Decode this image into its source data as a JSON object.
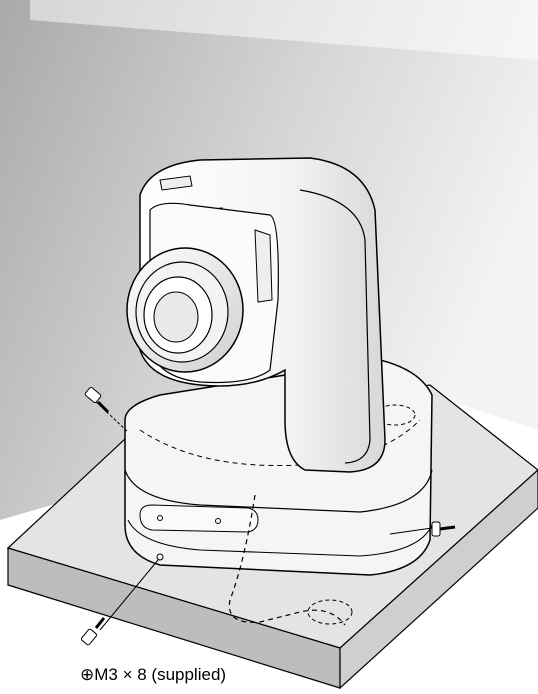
{
  "figure": {
    "caption": "⊕M3 × 8 (supplied)",
    "colors": {
      "wall_light": "#f2f2f2",
      "wall_dark": "#a9a9a9",
      "base_top": "#e6e6e6",
      "base_side": "#bdbdbd",
      "camera_body": "#f7f7f7",
      "outline": "#000000"
    },
    "parts": [
      "wall",
      "mounting-base",
      "camera-pedestal",
      "camera-head",
      "camera-lens",
      "screw-left",
      "screw-bottom",
      "screw-right",
      "cable"
    ]
  }
}
